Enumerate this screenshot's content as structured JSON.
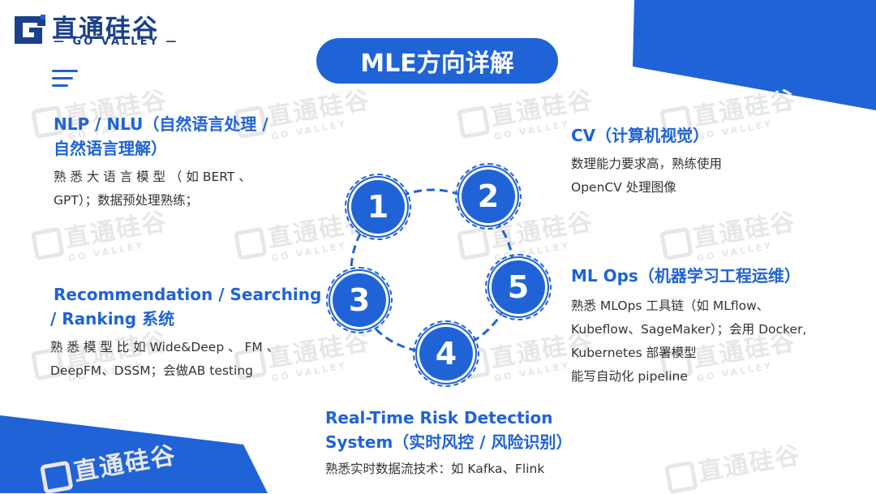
{
  "brand": {
    "name_cn": "直通硅谷",
    "name_en": "GO VALLEY",
    "watermark_cn": "直通硅谷",
    "watermark_en": "GO VALLEY"
  },
  "title": "MLE方向详解",
  "accent_color": "#1f63d6",
  "steps": [
    "1",
    "2",
    "3",
    "4",
    "5"
  ],
  "sections": {
    "nlp": {
      "heading_line1": "NLP / NLU（自然语言处理 /",
      "heading_line2": "自然语言理解）",
      "body_line1": "熟 悉 大 语 言 模 型 （ 如 BERT 、",
      "body_line2": "GPT）；数据预处理熟练；"
    },
    "cv": {
      "heading": "CV（计算机视觉）",
      "body_line1": "数理能力要求高，熟练使用",
      "body_line2": "OpenCV 处理图像"
    },
    "recsys": {
      "heading_line1": "Recommendation / Searching",
      "heading_line2": "/ Ranking 系统",
      "body_line1": "熟 悉 模 型 比 如  Wide&Deep 、 FM 、",
      "body_line2": "DeepFM、DSSM；会做AB testing"
    },
    "mlops": {
      "heading": "ML Ops（机器学习工程运维）",
      "body_line1": "熟悉 MLOps 工具链（如 MLflow、",
      "body_line2": "Kubeflow、SageMaker）；会用 Docker,",
      "body_line3": "Kubernetes 部署模型",
      "body_line4": "能写自动化 pipeline"
    },
    "risk": {
      "heading_line1": "Real-Time Risk Detection",
      "heading_line2": "System（实时风控 / 风险识别）",
      "body_line1": "熟悉实时数据流技术：如 Kafka、Flink"
    }
  }
}
